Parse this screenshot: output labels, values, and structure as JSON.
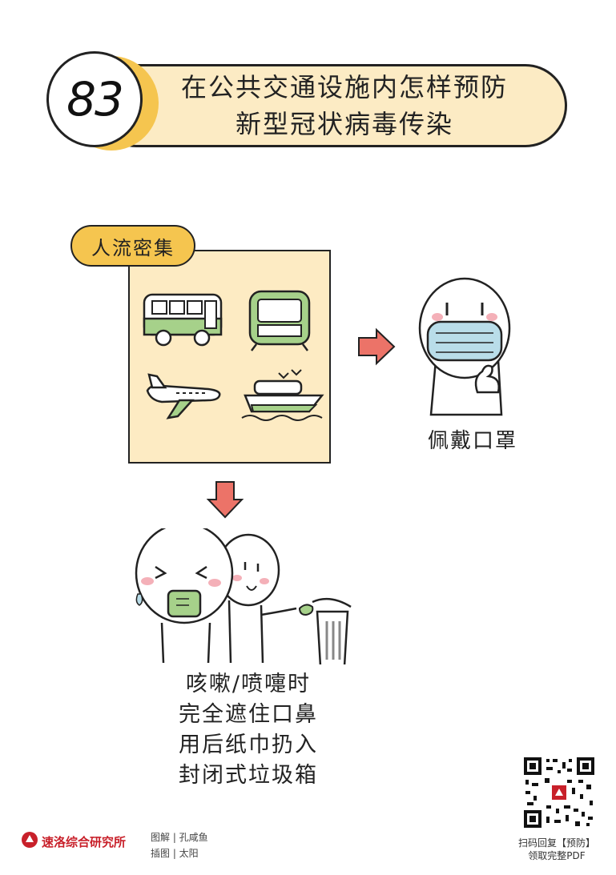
{
  "header": {
    "number": "83",
    "title_line1": "在公共交通设施内怎样预防",
    "title_line2": "新型冠状病毒传染"
  },
  "crowd": {
    "label": "人流密集",
    "icons": [
      "bus-icon",
      "subway-icon",
      "airplane-icon",
      "ship-icon"
    ]
  },
  "mask": {
    "caption": "佩戴口罩"
  },
  "tips": {
    "line1": "咳嗽/喷嚏时",
    "line2": "完全遮住口鼻",
    "line3": "用后纸巾扔入",
    "line4": "封闭式垃圾箱"
  },
  "footer": {
    "logo": "速洛综合研究所",
    "credit1": "图解 | 孔咸鱼",
    "credit2": "插图 | 太阳",
    "qr_line1": "扫码回复【预防】",
    "qr_line2": "领取完整PDF"
  },
  "colors": {
    "banner": "#fcebc4",
    "accent_yellow": "#f5c54f",
    "green": "#a6d18a",
    "mask_blue": "#b9dde9",
    "arrow": "#ec7368",
    "logo_red": "#c8202a"
  }
}
